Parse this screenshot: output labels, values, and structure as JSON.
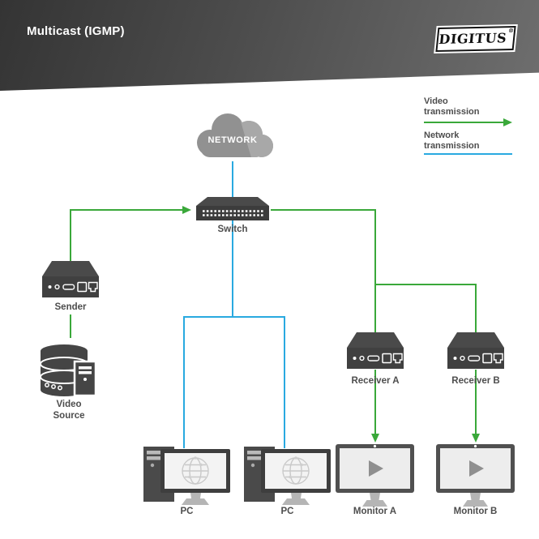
{
  "header": {
    "title": "Multicast (IGMP)",
    "brand": "DIGITUS",
    "brand_registered": "®"
  },
  "legend": {
    "video": {
      "line1": "Video",
      "line2": "transmission",
      "color": "#3aa83a"
    },
    "network": {
      "line1": "Network",
      "line2": "transmission",
      "color": "#29a9e0"
    }
  },
  "nodes": {
    "network_cloud": {
      "label": "NETWORK"
    },
    "switch": {
      "label": "Switch"
    },
    "sender": {
      "label": "Sender"
    },
    "video_source": {
      "line1": "Video",
      "line2": "Source"
    },
    "receiver_a": {
      "label": "Receiver A"
    },
    "receiver_b": {
      "label": "Receiver B"
    },
    "pc_1": {
      "label": "PC"
    },
    "pc_2": {
      "label": "PC"
    },
    "monitor_a": {
      "label": "Monitor A"
    },
    "monitor_b": {
      "label": "Monitor B"
    }
  },
  "colors": {
    "video_line_green": "#3aa83a",
    "network_line_blue": "#29a9e0",
    "device_dark": "#424242",
    "cloud_gray": "#919191",
    "header_dark": "#4d4d4d"
  }
}
